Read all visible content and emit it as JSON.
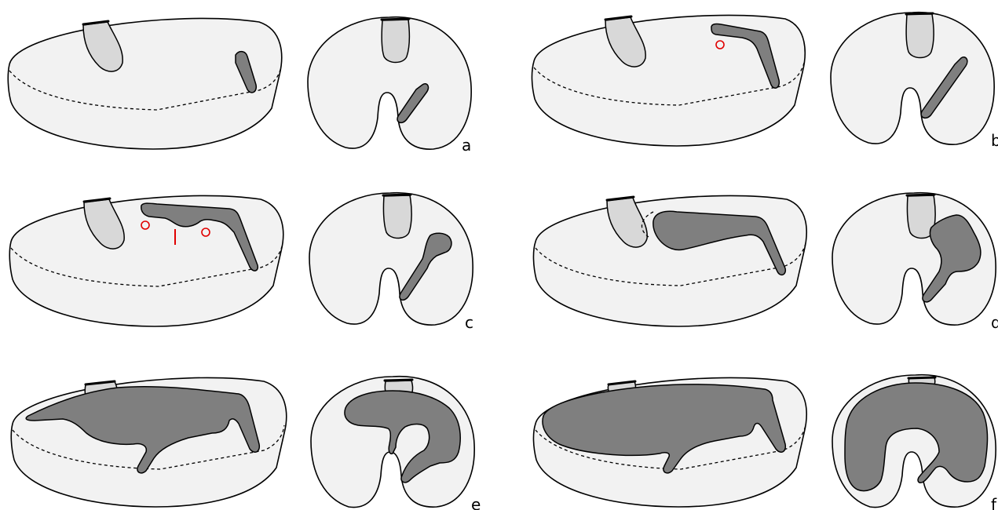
{
  "panels": [
    {
      "id": "a",
      "label": "a"
    },
    {
      "id": "b",
      "label": "b"
    },
    {
      "id": "c",
      "label": "c"
    },
    {
      "id": "d",
      "label": "d"
    },
    {
      "id": "e",
      "label": "e"
    },
    {
      "id": "f",
      "label": "f"
    }
  ],
  "colors": {
    "body": "#f2f2f2",
    "light_region": "#d8d8d8",
    "dark_region": "#7f7f7f",
    "marker": "#e00000"
  }
}
